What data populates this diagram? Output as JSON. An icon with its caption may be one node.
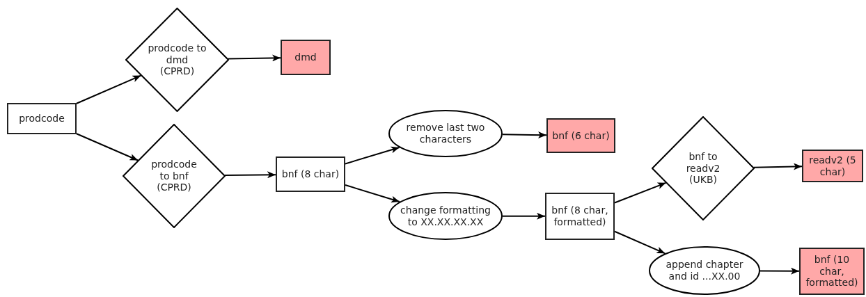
{
  "diagram": {
    "nodes": [
      {
        "text": [
          "prodcode"
        ]
      },
      {
        "text": [
          "prodcode to dmd (CPRD)"
        ]
      },
      {
        "text": [
          "dmd"
        ]
      },
      {
        "text": [
          "prodcode to bnf (CPRD)"
        ]
      },
      {
        "text": [
          "bnf (8 char)"
        ]
      },
      {
        "text": [
          "remove last two characters"
        ]
      },
      {
        "text": [
          "bnf (6 char)"
        ]
      },
      {
        "text": [
          "change formatting to XX.XX.XX.XX"
        ]
      },
      {
        "text": [
          "bnf (8 char, formatted)"
        ]
      },
      {
        "text": [
          "bnf to readv2 (UKB)"
        ]
      },
      {
        "text": [
          "readv2 (5 char)"
        ]
      },
      {
        "text": [
          "append chapter and id ...XX.00"
        ]
      },
      {
        "text": [
          "bnf (10 char, formatted)"
        ]
      }
    ],
    "edges": [
      {
        "from": 0,
        "to": 1,
        "arrow": "to"
      },
      {
        "from": 0,
        "to": 3,
        "arrow": "to"
      },
      {
        "from": 1,
        "to": 2,
        "arrow": "to"
      },
      {
        "from": 3,
        "to": 4,
        "arrow": "to"
      },
      {
        "from": 4,
        "to": 5,
        "arrow": "to"
      },
      {
        "from": 4,
        "to": 7,
        "arrow": "to"
      },
      {
        "from": 5,
        "to": 6,
        "arrow": "to"
      },
      {
        "from": 7,
        "to": 8,
        "arrow": "to"
      },
      {
        "from": 8,
        "to": 9,
        "arrow": "to"
      },
      {
        "from": 8,
        "to": 11,
        "arrow": "to"
      },
      {
        "from": 9,
        "to": 10,
        "arrow": "to"
      },
      {
        "from": 11,
        "to": 12,
        "arrow": "to"
      }
    ]
  }
}
